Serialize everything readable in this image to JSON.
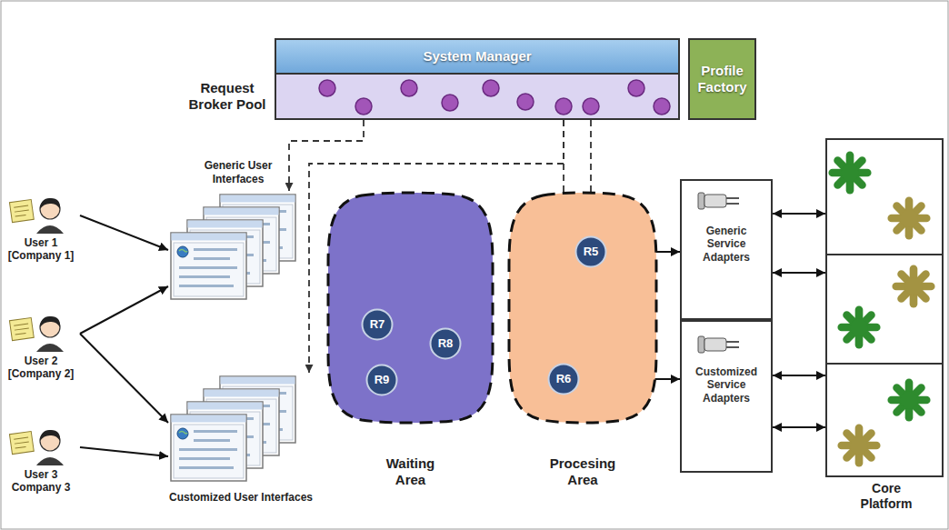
{
  "diagram": {
    "nodes": [
      {
        "text": [
          "System Manager"
        ]
      },
      {
        "text": [
          "Request Broker Pool"
        ]
      },
      {
        "text": [
          "Profile Factory"
        ]
      },
      {
        "text": [
          "User 1 [Company 1]"
        ]
      },
      {
        "text": [
          "User 2 [Company 2]"
        ]
      },
      {
        "text": [
          "User 3 Company 3"
        ]
      },
      {
        "text": [
          "Generic User Interfaces"
        ]
      },
      {
        "text": [
          "Customized User Interfaces"
        ]
      },
      {
        "text": [
          "Waiting Area"
        ]
      },
      {
        "text": [
          "R7"
        ],
        "in": 8
      },
      {
        "text": [
          "R8"
        ],
        "in": 8
      },
      {
        "text": [
          "R9"
        ],
        "in": 8
      },
      {
        "text": [
          "Procesing Area"
        ]
      },
      {
        "text": [
          "R5"
        ],
        "in": 12
      },
      {
        "text": [
          "R6"
        ],
        "in": 12
      },
      {
        "text": [
          "Generic Service Adapters"
        ]
      },
      {
        "text": [
          "Customized Service Adapters"
        ]
      },
      {
        "text": [
          "Core Platform"
        ]
      }
    ],
    "edges": [
      {
        "from": 3,
        "to": 6,
        "arrow": "to"
      },
      {
        "from": 4,
        "to": 6,
        "arrow": "to"
      },
      {
        "from": 4,
        "to": 7,
        "arrow": "to"
      },
      {
        "from": 5,
        "to": 7,
        "arrow": "to"
      },
      {
        "from": 1,
        "to": 6,
        "arrow": "to"
      },
      {
        "from": 1,
        "to": 7,
        "arrow": "to"
      },
      {
        "from": 1,
        "to": 13,
        "arrow": "to"
      },
      {
        "from": 1,
        "to": 14,
        "arrow": "to"
      },
      {
        "from": 13,
        "to": 15,
        "arrow": "to"
      },
      {
        "from": 14,
        "to": 16,
        "arrow": "to"
      },
      {
        "from": 15,
        "to": 17,
        "arrow": "both"
      },
      {
        "from": 15,
        "to": 17,
        "arrow": "both"
      },
      {
        "from": 16,
        "to": 17,
        "arrow": "both"
      },
      {
        "from": 16,
        "to": 17,
        "arrow": "both"
      }
    ]
  }
}
